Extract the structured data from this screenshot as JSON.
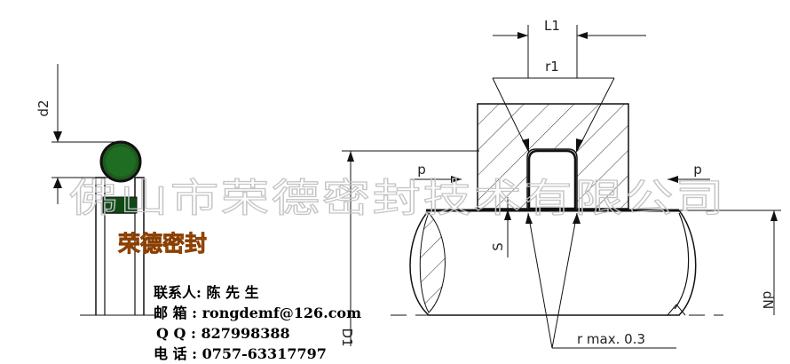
{
  "watermark": "佛山市荣德密封技术有限公司",
  "brand_name": "荣德密封",
  "contact": {
    "person": "联系人: 陈 先 生",
    "email": "邮 箱 : rongdemf@126.com",
    "qq": "Q Q : 827998388",
    "phone": "电 话 : 0757-63317797"
  },
  "dimension_labels": {
    "d2": "d2",
    "L1": "L1",
    "r1": "r1",
    "p_left": "p",
    "p_right": "p",
    "S": "S",
    "dN": "dN",
    "D1": "D1",
    "rmax": "r max. 0.3"
  },
  "colors": {
    "seal_fill": "#1e5a1e",
    "seal_outline": "#111111",
    "brand_fill": "#f3a21c",
    "watermark": "#c4c4c4"
  }
}
